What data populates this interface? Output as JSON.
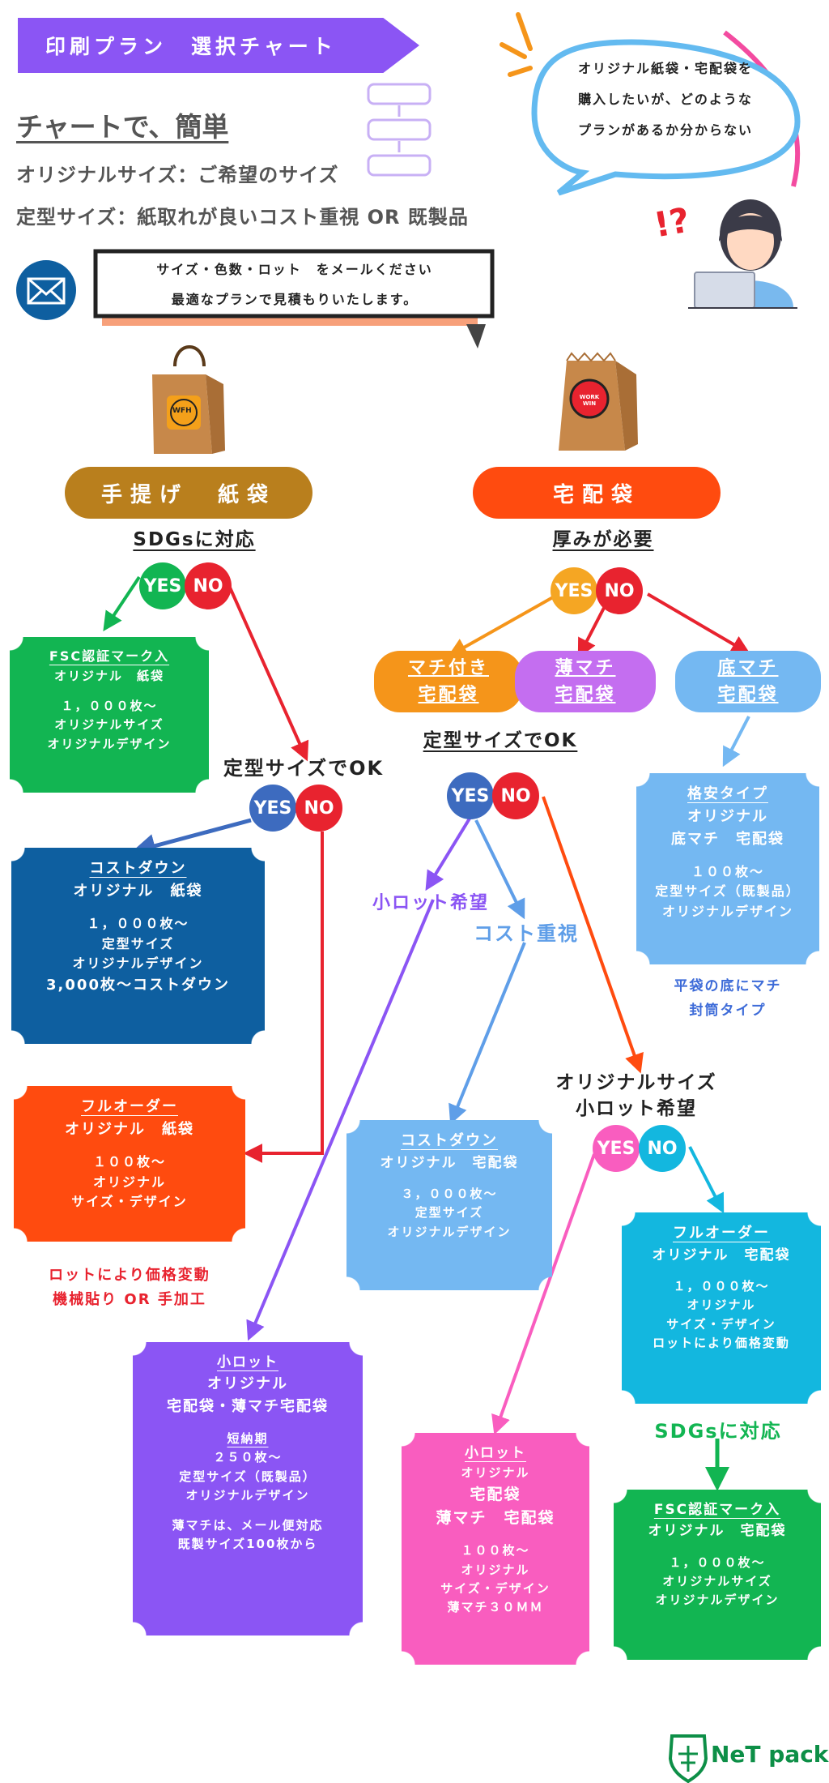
{
  "header": {
    "title": "印刷プラン　選択チャート",
    "subtitle": "チャートで、簡単",
    "line1": "オリジナルサイズ：ご希望のサイズ",
    "line2": "定型サイズ：紙取れが良いコスト重視 OR 既製品"
  },
  "mail_box": {
    "line1": "サイズ・色数・ロット　をメールください",
    "line2": "最適なプランで見積もりいたします。"
  },
  "speech": {
    "line1": "オリジナル紙袋・宅配袋を",
    "line2": "購入したいが、どのような",
    "line3": "プランがあるか分からない",
    "exclaim": "!?"
  },
  "yes": "YES",
  "no": "NO",
  "left": {
    "category": "手提げ　紙袋",
    "q1": "SDGsに対応",
    "q2": "定型サイズでOK",
    "fsc": {
      "title": "FSC認証マーク入",
      "l1": "オリジナル　紙袋",
      "l2": "１，０００枚～",
      "l3": "オリジナルサイズ",
      "l4": "オリジナルデザイン"
    },
    "costdown": {
      "title": "コストダウン",
      "l1": "オリジナル　紙袋",
      "l2": "１，０００枚～",
      "l3": "定型サイズ",
      "l4": "オリジナルデザイン",
      "l5": "3,000枚～コストダウン"
    },
    "fullorder": {
      "title": "フルオーダー",
      "l1": "オリジナル　紙袋",
      "l2": "１００枚～",
      "l3": "オリジナル",
      "l4": "サイズ・デザイン"
    },
    "fullorder_note1": "ロットにより価格変動",
    "fullorder_note2": "機械貼り OR 手加工"
  },
  "right": {
    "category": "宅配袋",
    "q1": "厚みが必要",
    "opt1_l1": "マチ付き",
    "opt1_l2": "宅配袋",
    "opt2_l1": "薄マチ",
    "opt2_l2": "宅配袋",
    "opt3_l1": "底マチ",
    "opt3_l2": "宅配袋",
    "q2": "定型サイズでOK",
    "branch_small": "小ロット希望",
    "branch_cost": "コスト重視",
    "q3_l1": "オリジナルサイズ",
    "q3_l2": "小ロット希望",
    "cheap": {
      "title": "格安タイプ",
      "l1": "オリジナル",
      "l2": "底マチ　宅配袋",
      "l3": "１００枚～",
      "l4": "定型サイズ（既製品）",
      "l5": "オリジナルデザイン"
    },
    "cheap_note1": "平袋の底にマチ",
    "cheap_note2": "封筒タイプ",
    "costdown": {
      "title": "コストダウン",
      "l1": "オリジナル　宅配袋",
      "l2": "３，０００枚～",
      "l3": "定型サイズ",
      "l4": "オリジナルデザイン"
    },
    "fullorder": {
      "title": "フルオーダー",
      "l1": "オリジナル　宅配袋",
      "l2": "１，０００枚～",
      "l3": "オリジナル",
      "l4": "サイズ・デザイン",
      "l5": "ロットにより価格変動"
    },
    "q4": "SDGsに対応",
    "fsc": {
      "title": "FSC認証マーク入",
      "l1": "オリジナル　宅配袋",
      "l2": "１，０００枚～",
      "l3": "オリジナルサイズ",
      "l4": "オリジナルデザイン"
    },
    "smalllot_purple": {
      "title": "小ロット",
      "l1": "オリジナル",
      "l2": "宅配袋・薄マチ宅配袋",
      "l3": "短納期",
      "l4": "２５０枚～",
      "l5": "定型サイズ（既製品）",
      "l6": "オリジナルデザイン",
      "l7": "薄マチは、メール便対応",
      "l8": "既製サイズ100枚から"
    },
    "smalllot_pink": {
      "title": "小ロット",
      "l1": "オリジナル",
      "l2": "宅配袋",
      "l3": "薄マチ　宅配袋",
      "l4": "１００枚～",
      "l5": "オリジナル",
      "l6": "サイズ・デザイン",
      "l7": "薄マチ３０ＭＭ"
    }
  },
  "bag_labels": {
    "left": "WFH",
    "right": "WORK WIN"
  },
  "logo": "NeT pack",
  "colors": {
    "purple": "#8b55f4",
    "green": "#12b552",
    "red": "#e8232f",
    "orange": "#ff4b0f",
    "darkblue": "#0e5fa0",
    "lightblue": "#74b8f2",
    "cyan": "#13b7df",
    "pink": "#f95dbf",
    "gold": "#b97f1d"
  }
}
